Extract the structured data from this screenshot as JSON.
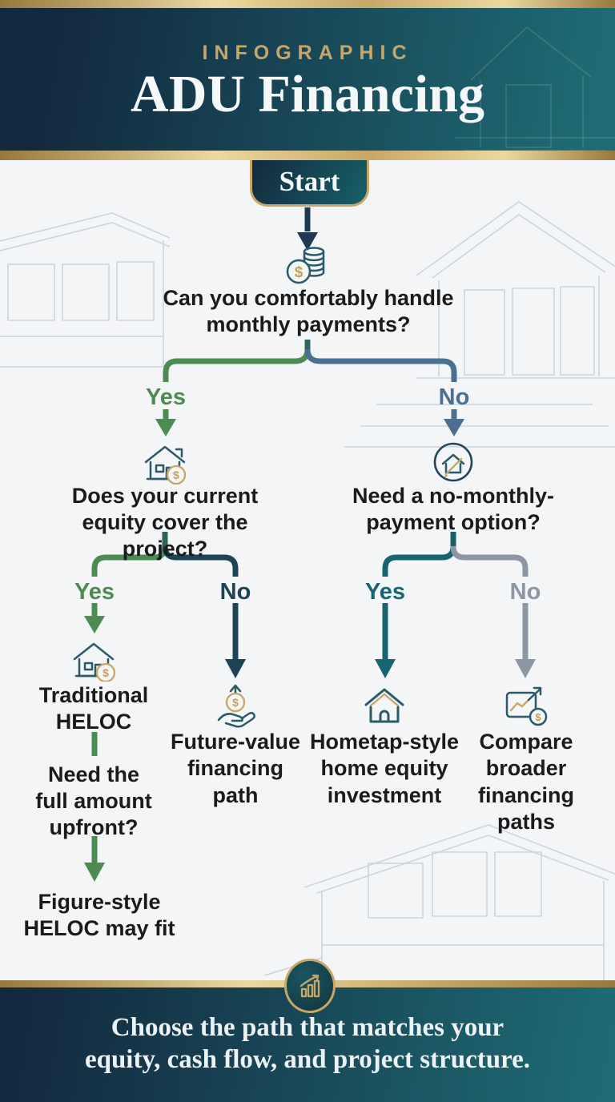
{
  "header": {
    "kicker": "INFOGRAPHIC",
    "title": "ADU Financing"
  },
  "flow": {
    "start_label": "Start",
    "q1": "Can you comfortably handle\nmonthly payments?",
    "level1": {
      "yes": "Yes",
      "no": "No"
    },
    "left_question": "Does your current\nequity cover the project?",
    "right_question": "Need a no-monthly-\npayment option?",
    "left_branch": {
      "yes": "Yes",
      "no": "No"
    },
    "right_branch": {
      "yes": "Yes",
      "no": "No"
    },
    "outcomes": {
      "traditional_heloc": "Traditional\nHELOC",
      "followup_question": "Need the\nfull amount\nupfront?",
      "figure_heloc": "Figure-style\nHELOC may fit",
      "future_value": "Future-value\nfinancing\npath",
      "hometap": "Hometap-style\nhome equity\ninvestment",
      "compare": "Compare\nbroader\nfinancing\npaths"
    },
    "icons": {
      "q1": "coins-icon",
      "left_question": "house-dollar-icon",
      "right_question": "house-sketch-circle-icon",
      "traditional_heloc": "house-coin-icon",
      "future_value": "hand-coin-icon",
      "hometap": "house-icon",
      "compare": "chart-dollar-icon",
      "footer": "growth-chart-icon"
    }
  },
  "footer": {
    "text": "Choose the path that matches your\nequity, cash flow, and project structure."
  },
  "colors": {
    "gold": "#c7a768",
    "gold_light": "#ecd9a0",
    "gold_dark": "#97793f",
    "navy": "#1d3a52",
    "teal": "#176069",
    "header_left": "#13293f",
    "header_right": "#1e6b74",
    "green": "#4c8b52",
    "steel": "#4a6f92",
    "deep": "#1d4355",
    "teal_branch": "#166570",
    "gray": "#8c97a3",
    "ink": "#2b5a68",
    "text": "#1a1b1d",
    "bg": "#f3f5f7",
    "sketch": "#c9ced8"
  }
}
